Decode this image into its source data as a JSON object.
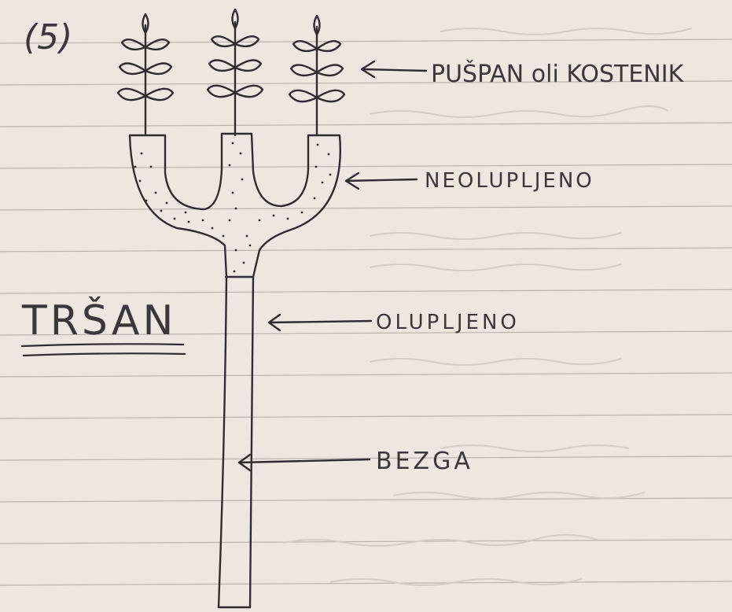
{
  "page": {
    "number": "(5)",
    "title": "TRŠAN"
  },
  "labels": {
    "top": "PUŠPAN oli KOSTENIK",
    "upper": "NEOLUPLJENO",
    "middle": "OLUPLJENO",
    "bottom": "BEZGA"
  },
  "colors": {
    "paper": "#ece8e0",
    "rule": "#b9b5ad",
    "ink": "#2f2d2d"
  }
}
